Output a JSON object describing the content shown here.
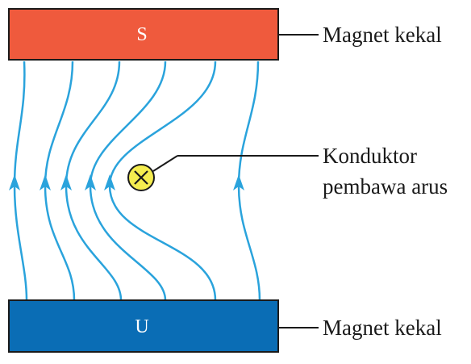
{
  "magnet_top": {
    "pole": "S",
    "label": "Magnet kekal",
    "color": "#ef5a3d"
  },
  "magnet_bottom": {
    "pole": "U",
    "label": "Magnet kekal",
    "color": "#0a6db5"
  },
  "conductor": {
    "label_line1": "Konduktor",
    "label_line2": "pembawa arus",
    "fill_color": "#f5ed4f",
    "symbol": "cross-current-into-page-icon"
  },
  "field_line_color": "#2aa3dc",
  "field_line_count": 6,
  "arrow_direction": "up"
}
